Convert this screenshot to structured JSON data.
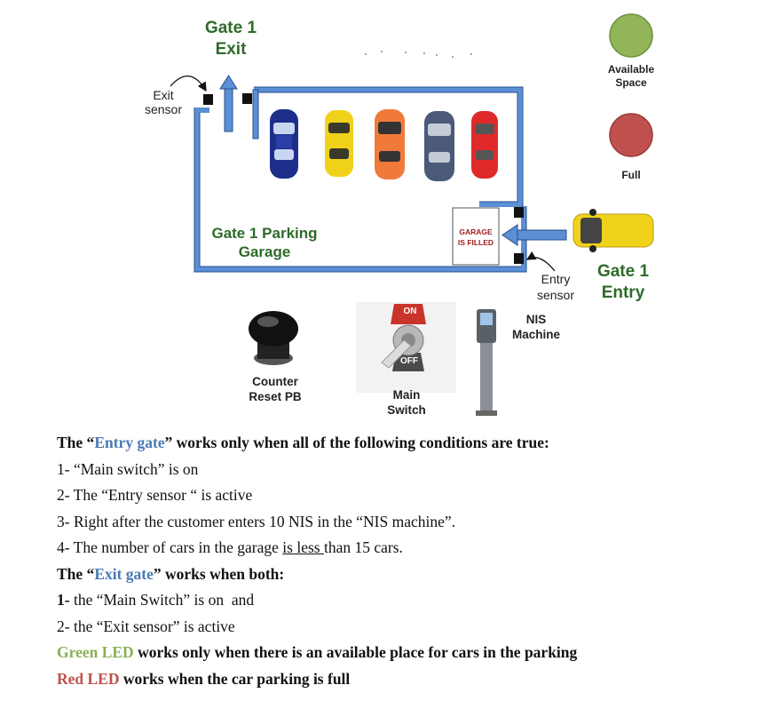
{
  "diagram": {
    "gate_exit_title": {
      "line1": "Gate 1",
      "line2": "Exit"
    },
    "gate_entry_title": {
      "line1": "Gate 1",
      "line2": "Entry"
    },
    "exit_sensor_label": {
      "line1": "Exit",
      "line2": "sensor"
    },
    "entry_sensor_label": {
      "line1": "Entry",
      "line2": "sensor"
    },
    "garage_label": {
      "line1": "Gate 1 Parking",
      "line2": "Garage"
    },
    "garage_sign": {
      "line1": "GARAGE",
      "line2": "IS FILLED"
    },
    "available_label": {
      "line1": "Available",
      "line2": "Space"
    },
    "full_label": "Full",
    "counter_label": {
      "line1": "Counter",
      "line2": "Reset PB"
    },
    "switch_label": {
      "line1": "Main",
      "line2": "Switch"
    },
    "switch_on": "ON",
    "switch_off": "OFF",
    "nis_label": {
      "line1": "NIS",
      "line2": "Machine"
    },
    "colors": {
      "wall": "#5b8fd6",
      "green_led": "#93b55a",
      "red_led": "#c0504d",
      "title_green": "#2e6b2a",
      "car_colors": [
        "#1d2e8a",
        "#f0d21a",
        "#f07a3a",
        "#4a5a78",
        "#e02a2a"
      ]
    }
  },
  "text": {
    "entry_heading": {
      "pre": "The “",
      "highlight": "Entry gate",
      "post": "” works only when all of the following conditions are true:"
    },
    "entry_conditions": [
      "1- “Main switch” is on",
      "2- The “Entry sensor “ is active",
      "3- Right after the customer enters 10 NIS in the “NIS machine”."
    ],
    "condition4": {
      "pre": "4- The number of cars in the garage ",
      "underlined": "is less ",
      "post": "than 15 cars."
    },
    "exit_heading": {
      "pre": "The “",
      "highlight": "Exit gate",
      "post": "” works when both:"
    },
    "exit_condition1": {
      "num": "1-",
      "rest": " the “Main Switch” is on  and"
    },
    "exit_condition2": "2- the “Exit sensor” is active",
    "green_led_line": {
      "highlight": "Green LED",
      "rest": " works only when there is an available place for cars in the parking"
    },
    "red_led_line": {
      "highlight": "Red LED",
      "rest": " works when the car parking is full"
    }
  }
}
